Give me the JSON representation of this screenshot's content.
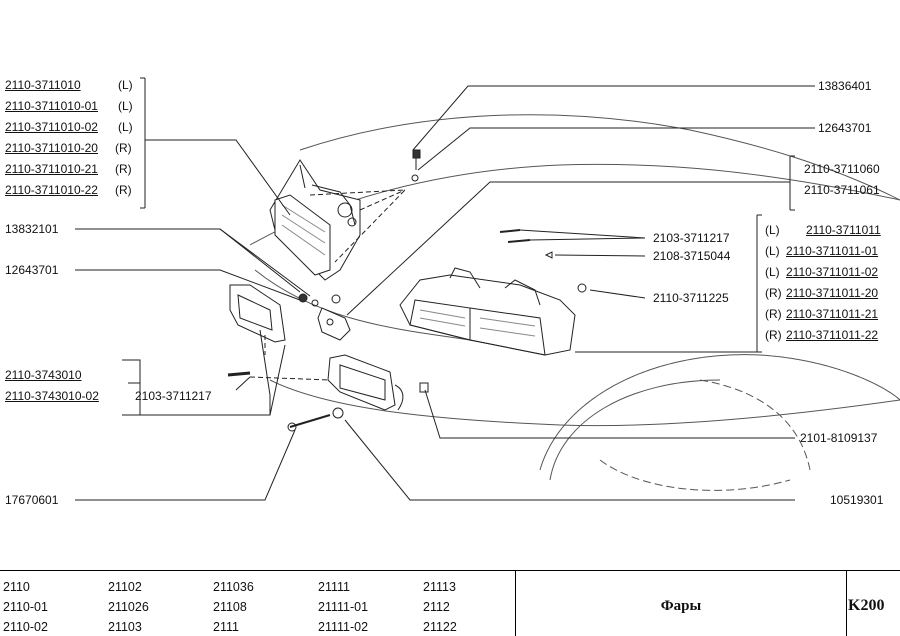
{
  "labels_left": {
    "headlamp_group": [
      "2110-3711010",
      "2110-3711010-01",
      "2110-3711010-02",
      "2110-3711010-20",
      "2110-3711010-21",
      "2110-3711010-22"
    ],
    "headlamp_sides": [
      "(L)",
      "(L)",
      "(L)",
      "(R)",
      "(R)",
      "(R)"
    ],
    "p13832101": "13832101",
    "p12643701": "12643701",
    "fog_group": [
      "2110-3743010",
      "2110-3743010-02"
    ],
    "p2103_3711217": "2103-3711217",
    "p17670601": "17670601"
  },
  "labels_right": {
    "p13836401": "13836401",
    "p12643701": "12643701",
    "bracket_group": [
      "2110-3711060",
      "2110-3711061"
    ],
    "p2103_3711217": "2103-3711217",
    "p2108_3715044": "2108-3715044",
    "p2110_3711225": "2110-3711225",
    "headlamp_group": [
      "2110-3711011",
      "2110-3711011-01",
      "2110-3711011-02",
      "2110-3711011-20",
      "2110-3711011-21",
      "2110-3711011-22"
    ],
    "headlamp_sides": [
      "(L)",
      "(L)",
      "(L)",
      "(R)",
      "(R)",
      "(R)"
    ],
    "p2101_8109137": "2101-8109137",
    "p10519301": "10519301"
  },
  "footer": {
    "models": [
      [
        "2110",
        "2110-01",
        "2110-02"
      ],
      [
        "21102",
        "211026",
        "21103"
      ],
      [
        "211036",
        "21108",
        "2111"
      ],
      [
        "21111",
        "21111-01",
        "21111-02"
      ],
      [
        "21113",
        "2112",
        "21122"
      ]
    ],
    "title": "Фары",
    "code": "K200"
  }
}
